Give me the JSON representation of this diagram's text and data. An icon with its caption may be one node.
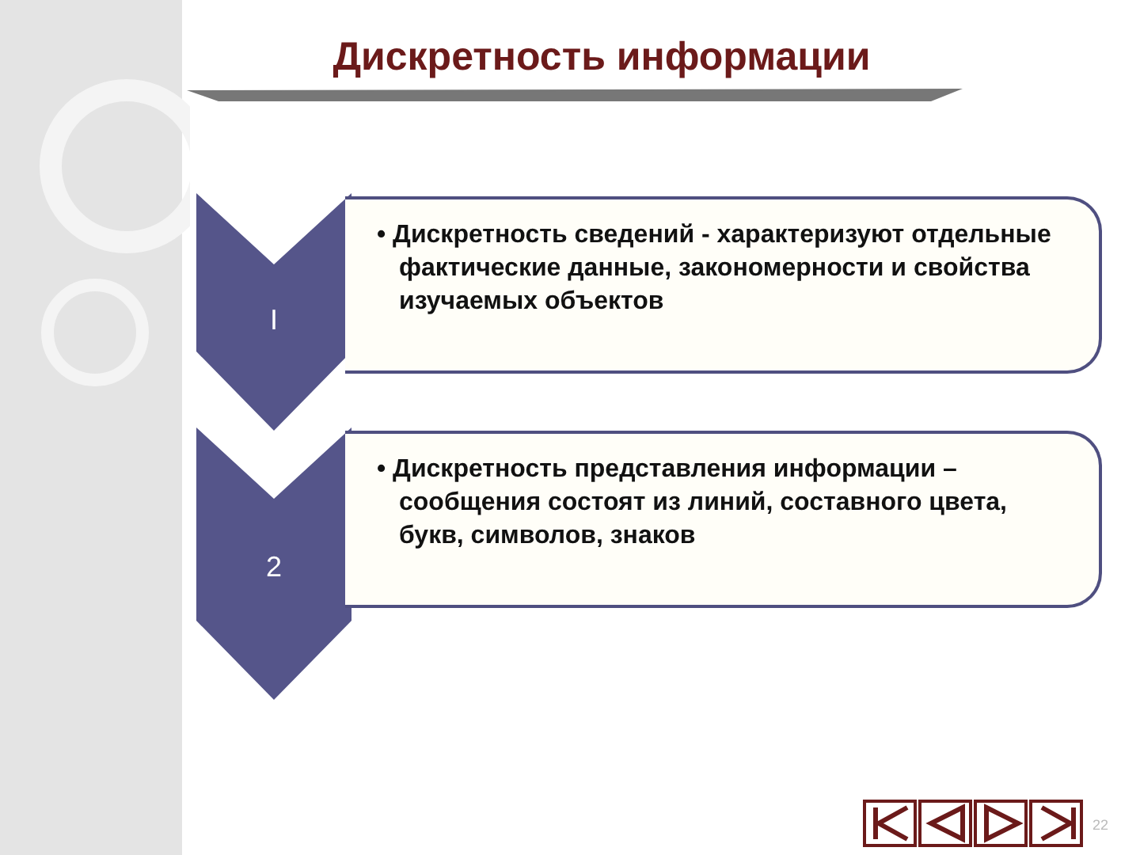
{
  "diagram": {
    "title": "Дискретность информации",
    "nodes": [
      {
        "text": [
          "I"
        ]
      },
      {
        "text": [
          "• Дискретность сведений - характеризуют отдельные фактические данные, закономерности и свойства изучаемых объектов"
        ]
      },
      {
        "text": [
          "2"
        ]
      },
      {
        "text": [
          "• Дискретность представления информации – сообщения состоят из линий, составного цвета, букв, символов, знаков"
        ]
      }
    ],
    "labels": [
      "22"
    ]
  }
}
